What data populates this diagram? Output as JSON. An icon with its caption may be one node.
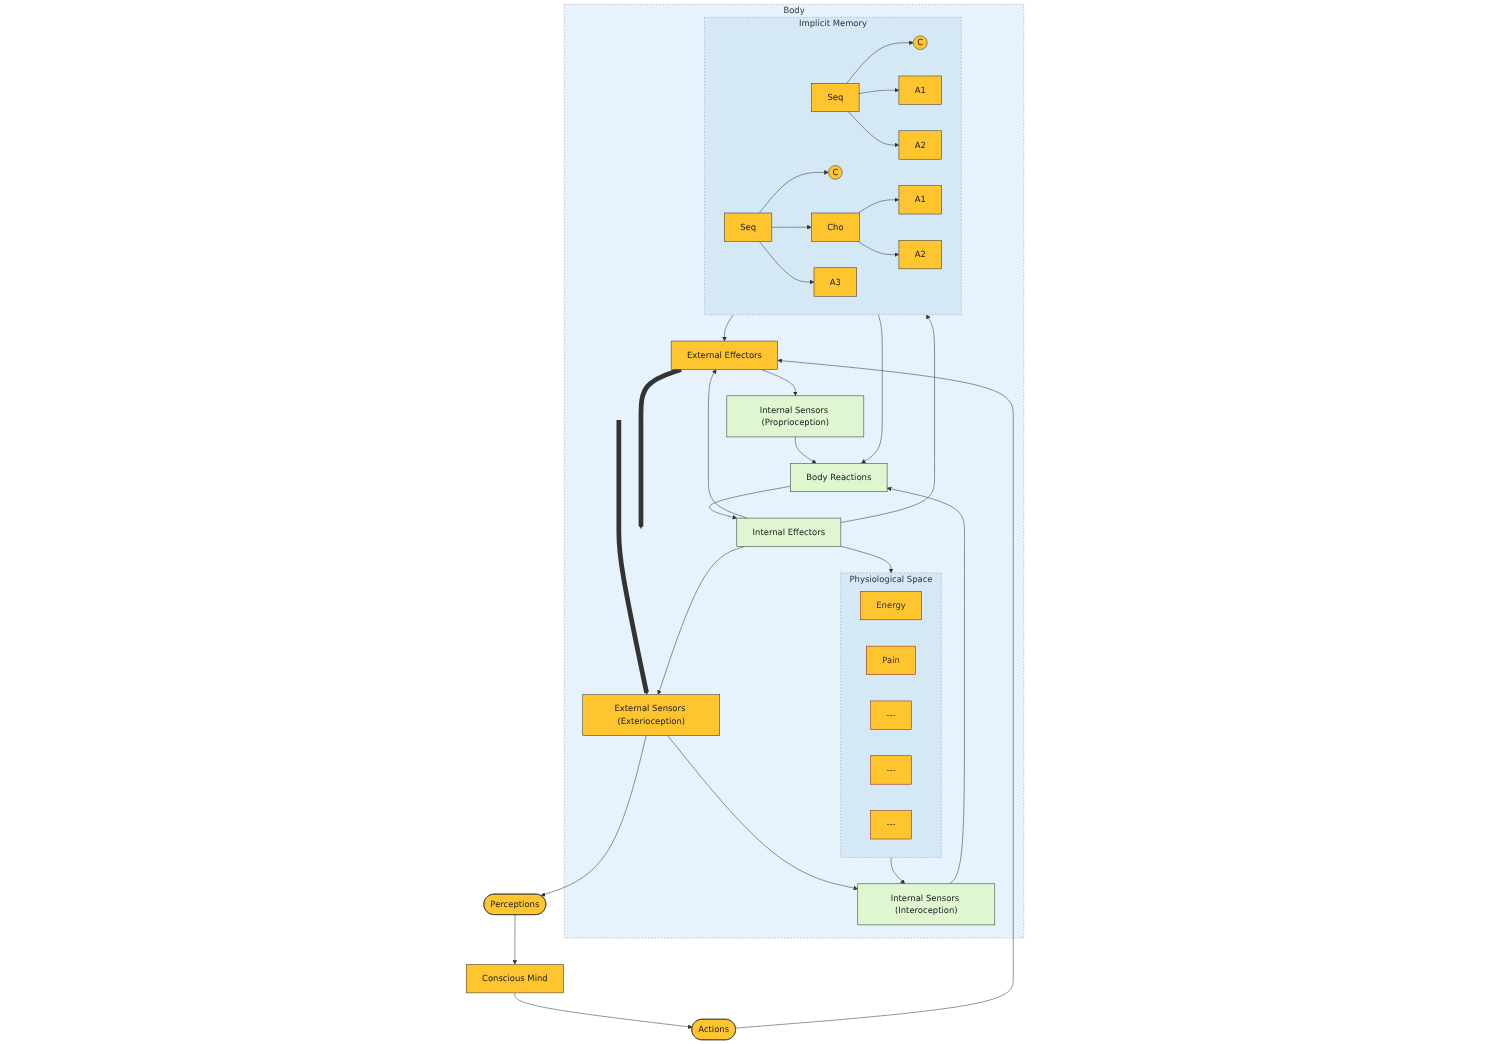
{
  "diagram": {
    "nodes": [
      {
        "text": [
          "Perceptions"
        ]
      },
      {
        "text": [
          "Conscious Mind"
        ]
      },
      {
        "text": [
          "Actions"
        ]
      },
      {
        "text": [
          "Body"
        ]
      },
      {
        "text": [
          "External Sensors (Exterioception)"
        ],
        "in": 3
      },
      {
        "text": [
          "Internal Sensors (Interoception)"
        ],
        "in": 3
      },
      {
        "text": [
          "Internal Sensors (Proprioception)"
        ],
        "in": 3
      },
      {
        "text": [
          "External Effectors"
        ],
        "in": 3
      },
      {
        "text": [
          "Physiological Space"
        ],
        "in": 3
      },
      {
        "text": [
          "Energy"
        ],
        "in": 8
      },
      {
        "text": [
          "Pain"
        ],
        "in": 8
      },
      {
        "text": [
          "---"
        ],
        "in": 8
      },
      {
        "text": [
          "---"
        ],
        "in": 8
      },
      {
        "text": [
          "---"
        ],
        "in": 8
      },
      {
        "text": [
          "Body Reactions"
        ],
        "in": 3
      },
      {
        "text": [
          "Implicit Memory"
        ],
        "in": 3
      },
      {
        "text": [
          "Seq"
        ],
        "in": 15
      },
      {
        "text": [
          "C"
        ],
        "in": 15
      },
      {
        "text": [
          "A1"
        ],
        "in": 15
      },
      {
        "text": [
          "A2"
        ],
        "in": 15
      },
      {
        "text": [
          "Seq"
        ],
        "in": 15
      },
      {
        "text": [
          "C"
        ],
        "in": 15
      },
      {
        "text": [
          "Cho"
        ],
        "in": 15
      },
      {
        "text": [
          "A3"
        ],
        "in": 15
      },
      {
        "text": [
          "A1"
        ],
        "in": 15
      },
      {
        "text": [
          "A2"
        ],
        "in": 15
      },
      {
        "text": [
          "Internal Effectors"
        ],
        "in": 3
      }
    ],
    "edges": [
      {
        "from": null,
        "to": 4,
        "arrow": "to",
        "style": "thick"
      },
      {
        "from": 7,
        "to": null,
        "arrow": "to",
        "style": "thick"
      },
      {
        "from": 4,
        "to": 0,
        "arrow": "to"
      },
      {
        "from": 0,
        "to": 1,
        "arrow": "to"
      },
      {
        "from": 1,
        "to": 2,
        "arrow": "to"
      },
      {
        "from": 2,
        "to": 7,
        "arrow": "to"
      },
      {
        "from": 4,
        "to": 5,
        "arrow": "to"
      },
      {
        "from": 5,
        "to": 14,
        "arrow": "to"
      },
      {
        "from": 6,
        "to": 14,
        "arrow": "to"
      },
      {
        "from": 7,
        "to": 6,
        "arrow": "to"
      },
      {
        "from": 8,
        "to": 5,
        "arrow": "to"
      },
      {
        "from": 15,
        "to": 7,
        "arrow": "to"
      },
      {
        "from": 15,
        "to": 14,
        "arrow": "to"
      },
      {
        "from": 14,
        "to": 26,
        "arrow": "to"
      },
      {
        "from": 26,
        "to": 8,
        "arrow": "to"
      },
      {
        "from": 26,
        "to": 15,
        "arrow": "to"
      },
      {
        "from": 26,
        "to": 4,
        "arrow": "to"
      },
      {
        "from": 26,
        "to": 7,
        "arrow": "to"
      },
      {
        "from": 16,
        "to": 17,
        "arrow": "to"
      },
      {
        "from": 16,
        "to": 18,
        "arrow": "to"
      },
      {
        "from": 16,
        "to": 19,
        "arrow": "to"
      },
      {
        "from": 20,
        "to": 21,
        "arrow": "to"
      },
      {
        "from": 20,
        "to": 22,
        "arrow": "to"
      },
      {
        "from": 20,
        "to": 23,
        "arrow": "to"
      },
      {
        "from": 22,
        "to": 24,
        "arrow": "to"
      },
      {
        "from": 22,
        "to": 25,
        "arrow": "to"
      }
    ]
  }
}
